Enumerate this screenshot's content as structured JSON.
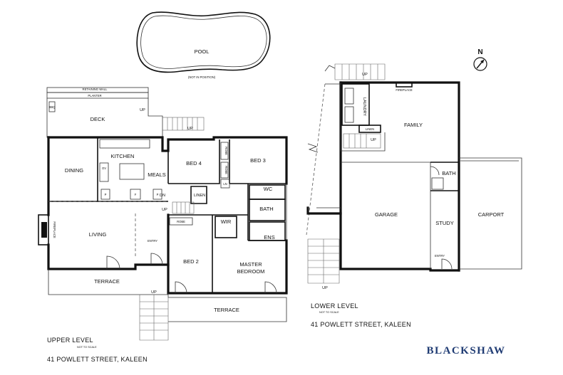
{
  "rooms": {
    "pool": "POOL",
    "pool_note": "(NOT IN POSITION)",
    "retaining_wall": "RETAINING WALL",
    "planter": "PLANTER",
    "bbq": "BBQ",
    "deck": "DECK",
    "kitchen": "KITCHEN",
    "dining": "DINING",
    "meals": "MEALS",
    "ov": "OV",
    "p1": "P",
    "f": "F",
    "p2": "P",
    "fireplace_upper": "FIREPLACE",
    "living": "LIVING",
    "entry_upper": "ENTRY",
    "terrace_left": "TERRACE",
    "bed4": "BED 4",
    "robe_a": "ROBE",
    "robe_b": "ROBE",
    "bed3": "BED 3",
    "ln": "LN",
    "linen_upper": "LINEN",
    "dn": "DN",
    "wc": "WC",
    "bath_upper": "BATH",
    "robe_c": "ROBE",
    "wir": "WIR",
    "ens": "ENS",
    "bed2": "BED 2",
    "master_1": "MASTER",
    "master_2": "BEDROOM",
    "terrace_bottom": "TERRACE",
    "laundry": "LAUNDRY",
    "fireplace_lower": "FIREPLACE",
    "family": "FAMILY",
    "linen_lower": "LINEN",
    "bath_lower": "BATH",
    "garage": "GARAGE",
    "study": "STUDY",
    "carport": "CARPORT",
    "entry_lower": "ENTRY"
  },
  "stairs": {
    "up_pool": "UP",
    "up_deck": "UP",
    "up_deck2": "UP",
    "up_hall": "UP",
    "up_lower": "UP",
    "up_bottom_left": "UP",
    "up_bottom_mid": "UP"
  },
  "north": "N",
  "upper_level": {
    "title": "UPPER LEVEL",
    "scale_note": "NOT TO SCALE",
    "address": "41 POWLETT STREET, KALEEN"
  },
  "lower_level": {
    "title": "LOWER LEVEL",
    "scale_note": "NOT TO SCALE",
    "address": "41 POWLETT STREET, KALEEN"
  },
  "brand": "BLACKSHAW"
}
